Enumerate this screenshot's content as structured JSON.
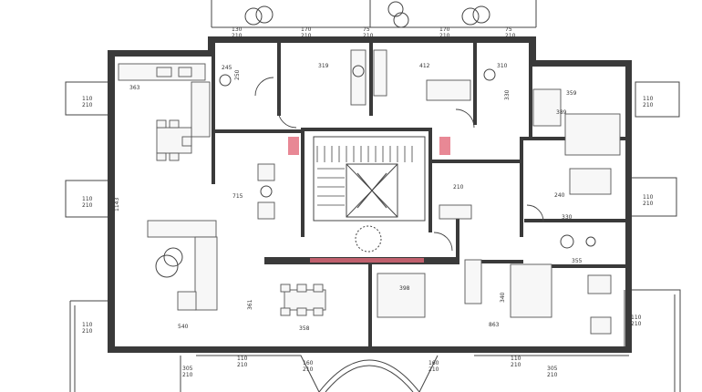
{
  "plan": {
    "colors": {
      "wall": "#3a3a3a",
      "line": "#444444",
      "accent": "#e26a7a",
      "paper": "#ffffff"
    },
    "room_dimensions": {
      "living_width": "363",
      "living_main": "715",
      "living_height": "1143",
      "living_bottom": "540",
      "bath_top_left": "245",
      "kitchen_top": "319",
      "bedroom_top_width": "412",
      "bath_top_right": "310",
      "bedroom_right_width": "359",
      "bedroom_right_height": "389",
      "stair_landing": "210",
      "bath_mid_right": "240",
      "bath_low_right": "330",
      "corridor_right": "355",
      "dining_width": "358",
      "bedroom_bottom": "863",
      "dining_height": "361",
      "bedroom_bottom_height": "398",
      "bath_height_a": "330",
      "bath_height_b": "340",
      "bath_left_height": "250"
    },
    "window_labels": {
      "w1": "110\n210",
      "w2": "110\n210",
      "w3": "110\n210",
      "w4": "110\n210",
      "w5": "110\n210",
      "w6": "110\n210",
      "w7": "110\n210",
      "w8": "110\n210",
      "top_a": "130\n210",
      "top_b": "170\n210",
      "top_c": "170\n210",
      "top_d": "75\n210",
      "top_e": "75\n210",
      "bottom_a": "305\n210",
      "bottom_b": "160\n210",
      "bottom_c": "160\n210",
      "bottom_d": "305\n210"
    }
  }
}
